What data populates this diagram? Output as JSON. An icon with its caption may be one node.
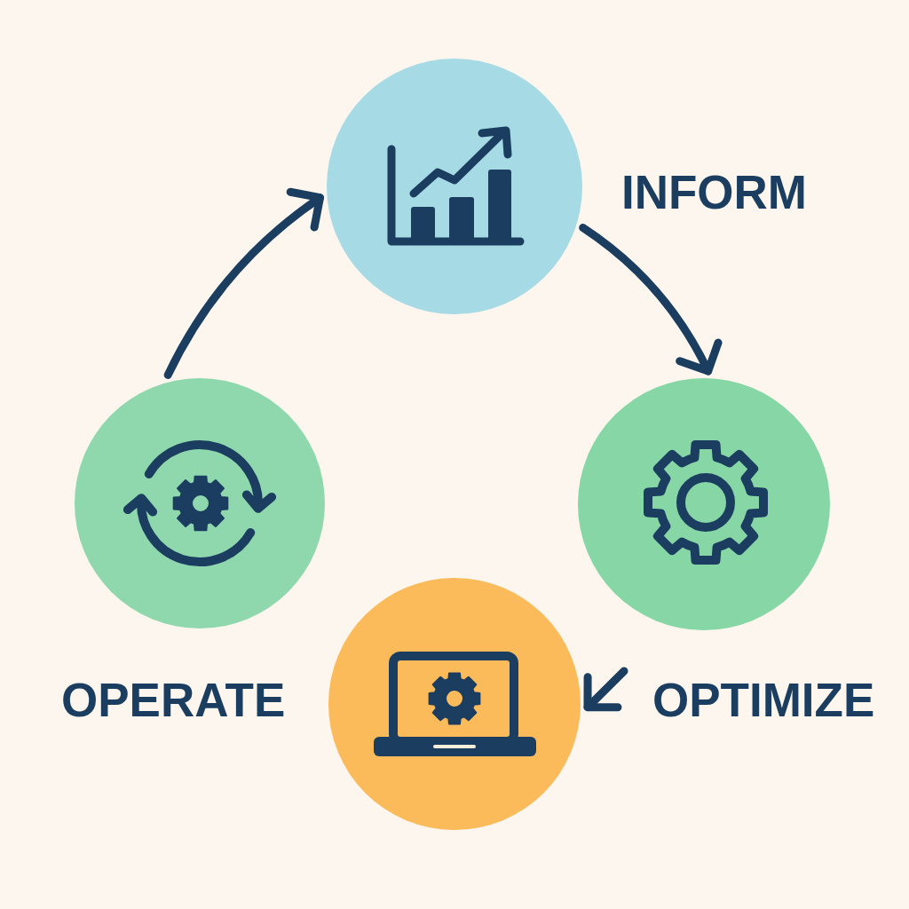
{
  "diagram": {
    "nodes": [
      {
        "text": [],
        "shape": "circle"
      },
      {
        "text": [],
        "shape": "circle"
      },
      {
        "text": [],
        "shape": "circle"
      },
      {
        "text": [],
        "shape": "circle"
      }
    ],
    "edges": [
      {
        "from": 1,
        "to": 0,
        "arrow": "to"
      },
      {
        "from": 0,
        "to": 2,
        "arrow": "to"
      },
      {
        "from": null,
        "to": 3,
        "arrow": "to"
      }
    ],
    "labels": [
      "INFORM",
      "OPERATE",
      "OPTIMIZE"
    ]
  }
}
